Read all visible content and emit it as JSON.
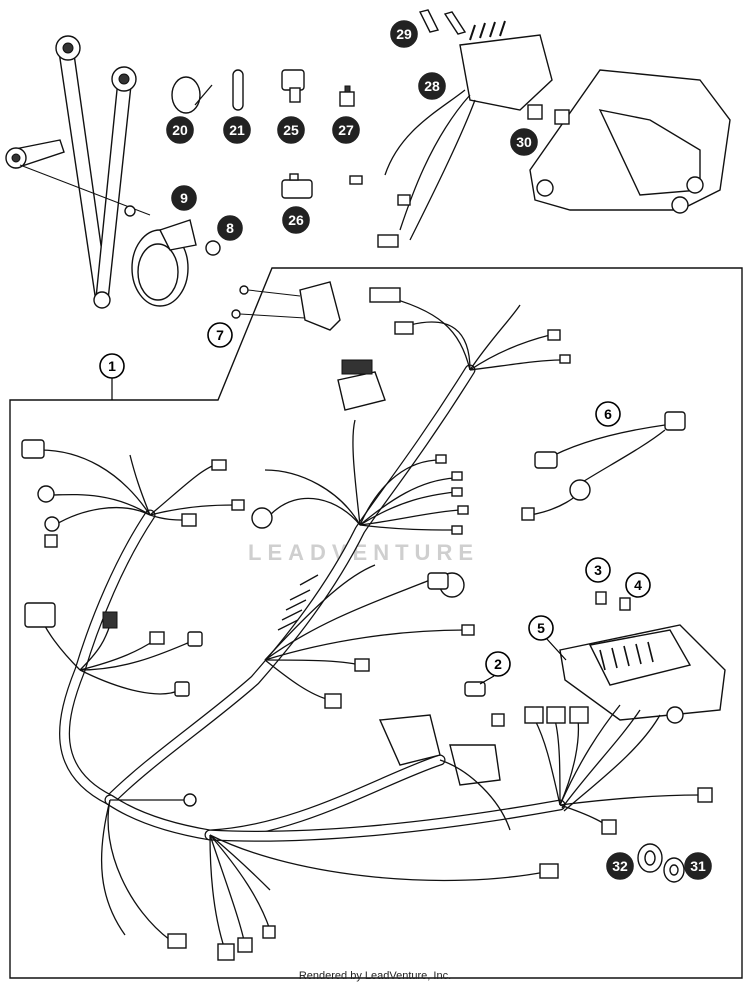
{
  "watermark": "LEADVENTURE",
  "footer": "Rendered by LeadVenture, Inc.",
  "callouts": [
    "1",
    "2",
    "3",
    "4",
    "5",
    "6",
    "7",
    "8",
    "9",
    "20",
    "21",
    "25",
    "27",
    "26",
    "28",
    "29",
    "30",
    "31",
    "32"
  ]
}
